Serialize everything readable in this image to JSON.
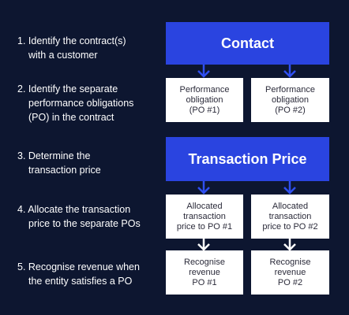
{
  "steps": [
    {
      "lines": [
        "1. Identify the contract(s)",
        "with a customer"
      ]
    },
    {
      "lines": [
        "2. Identify the separate",
        "performance obligations",
        "(PO) in the contract"
      ]
    },
    {
      "lines": [
        "3. Determine the",
        "transaction price"
      ]
    },
    {
      "lines": [
        "4. Allocate the transaction",
        "price to the separate POs"
      ]
    },
    {
      "lines": [
        "5. Recognise revenue when",
        "the entity satisfies a PO"
      ]
    }
  ],
  "boxes": {
    "contact": "Contact",
    "transaction_price": "Transaction Price",
    "po1": [
      "Performance",
      "obligation",
      "(PO #1)"
    ],
    "po2": [
      "Performance",
      "obligation",
      "(PO #2)"
    ],
    "alloc1": [
      "Allocated",
      "transaction",
      "price to PO #1"
    ],
    "alloc2": [
      "Allocated",
      "transaction",
      "price to PO #2"
    ],
    "rev1": [
      "Recognise",
      "revenue",
      "PO #1"
    ],
    "rev2": [
      "Recognise",
      "revenue",
      "PO #2"
    ]
  },
  "colors": {
    "background": "#0d1630",
    "accent_blue": "#2a44e0",
    "arrow_blue": "#2f4ff0",
    "arrow_white": "#ffffff"
  }
}
